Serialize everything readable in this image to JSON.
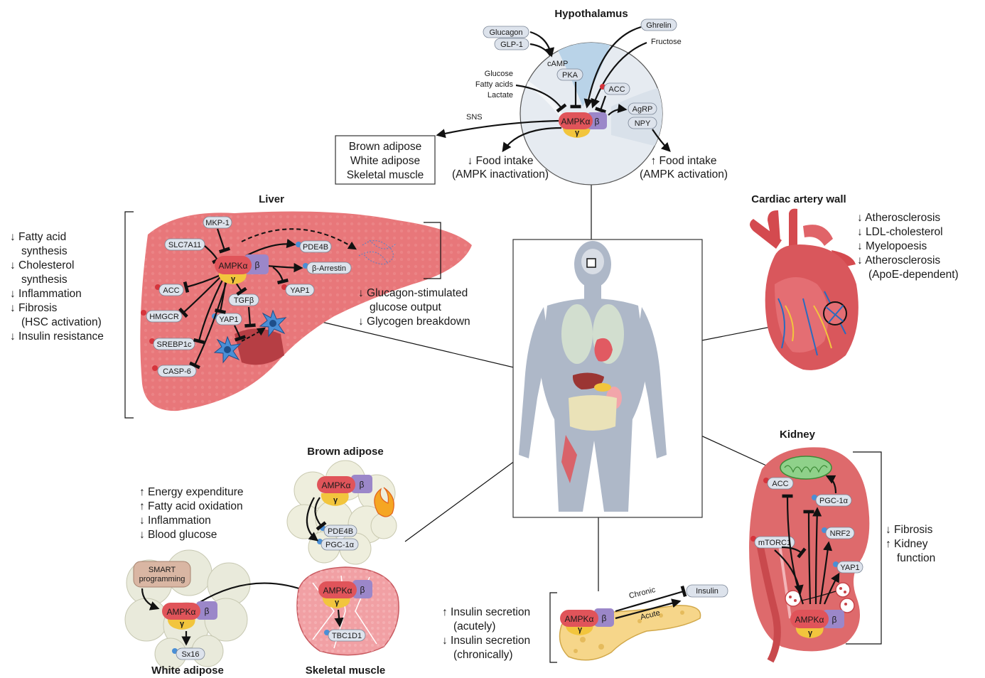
{
  "titles": {
    "hypothalamus": "Hypothalamus",
    "liver": "Liver",
    "cardiac": "Cardiac artery wall",
    "kidney": "Kidney",
    "brown_adipose": "Brown adipose",
    "white_adipose": "White adipose",
    "skeletal_muscle": "Skeletal muscle"
  },
  "ampk": {
    "alpha": "AMPKα",
    "beta": "β",
    "gamma": "γ"
  },
  "hypothalamus": {
    "glucagon": "Glucagon",
    "glp1": "GLP-1",
    "camp": "cAMP",
    "pka": "PKA",
    "ghrelin": "Ghrelin",
    "fructose": "Fructose",
    "glucose": "Glucose",
    "fatty_acids": "Fatty acids",
    "lactate": "Lactate",
    "acc": "ACC",
    "agrp": "AgRP",
    "npy": "NPY",
    "sns": "SNS",
    "targets": [
      "Brown adipose",
      "White adipose",
      "Skeletal muscle"
    ],
    "food_down": [
      "↓ Food intake",
      "(AMPK inactivation)"
    ],
    "food_up": [
      "↑ Food intake",
      "(AMPK activation)"
    ]
  },
  "liver": {
    "mkp1": "MKP-1",
    "slc7a11": "SLC7A11",
    "pde4b": "PDE4B",
    "barrestin": "β-Arrestin",
    "acc": "ACC",
    "tgfb": "TGFβ",
    "yap1_a": "YAP1",
    "yap1_b": "YAP1",
    "hmgcr": "HMGCR",
    "srebp1c": "SREBP1c",
    "casp6": "CASP-6",
    "effects": [
      "↓ Fatty acid",
      "synthesis",
      "↓ Cholesterol",
      "synthesis",
      "↓ Inflammation",
      "↓ Fibrosis",
      "(HSC activation)",
      "↓ Insulin resistance"
    ],
    "glucagon_effects": [
      "↓ Glucagon-stimulated",
      "glucose output",
      "↓ Glycogen breakdown"
    ]
  },
  "cardiac": {
    "effects": [
      "↓ Atherosclerosis",
      "↓ LDL-cholesterol",
      "↓ Myelopoesis",
      "↓ Atherosclerosis",
      "(ApoE-dependent)"
    ]
  },
  "kidney": {
    "acc": "ACC",
    "pgc1a": "PGC-1α",
    "nrf2": "NRF2",
    "mtorc1": "mTORC1",
    "yap1": "YAP1",
    "effects": [
      "↓ Fibrosis",
      "↑ Kidney",
      "function"
    ]
  },
  "brown": {
    "effects": [
      "↑ Energy expenditure",
      "↑ Fatty acid oxidation",
      "↓ Inflammation",
      "↓ Blood glucose"
    ],
    "pde4b": "PDE4B",
    "pgc1a": "PGC-1α"
  },
  "white": {
    "smart": [
      "SMART",
      "programming"
    ],
    "sx16": "Sx16"
  },
  "muscle": {
    "tbc1d1": "TBC1D1"
  },
  "pancreas": {
    "chronic": "Chronic",
    "acute": "Acute",
    "insulin": "Insulin",
    "effects": [
      "↑ Insulin secretion",
      "(acutely)",
      "↓ Insulin secretion",
      "(chronically)"
    ]
  },
  "colors": {
    "ampk_alpha": "#e0545a",
    "ampk_beta": "#9b87c9",
    "ampk_gamma": "#f2c53d",
    "pill": "#dde3ec",
    "liver": "#e8777a",
    "kidney": "#de6a6c",
    "hypothalamus_bg": "#e4e9ef",
    "inhibit_dot": "#d5343c",
    "activate_dot": "#4a8fd6"
  }
}
